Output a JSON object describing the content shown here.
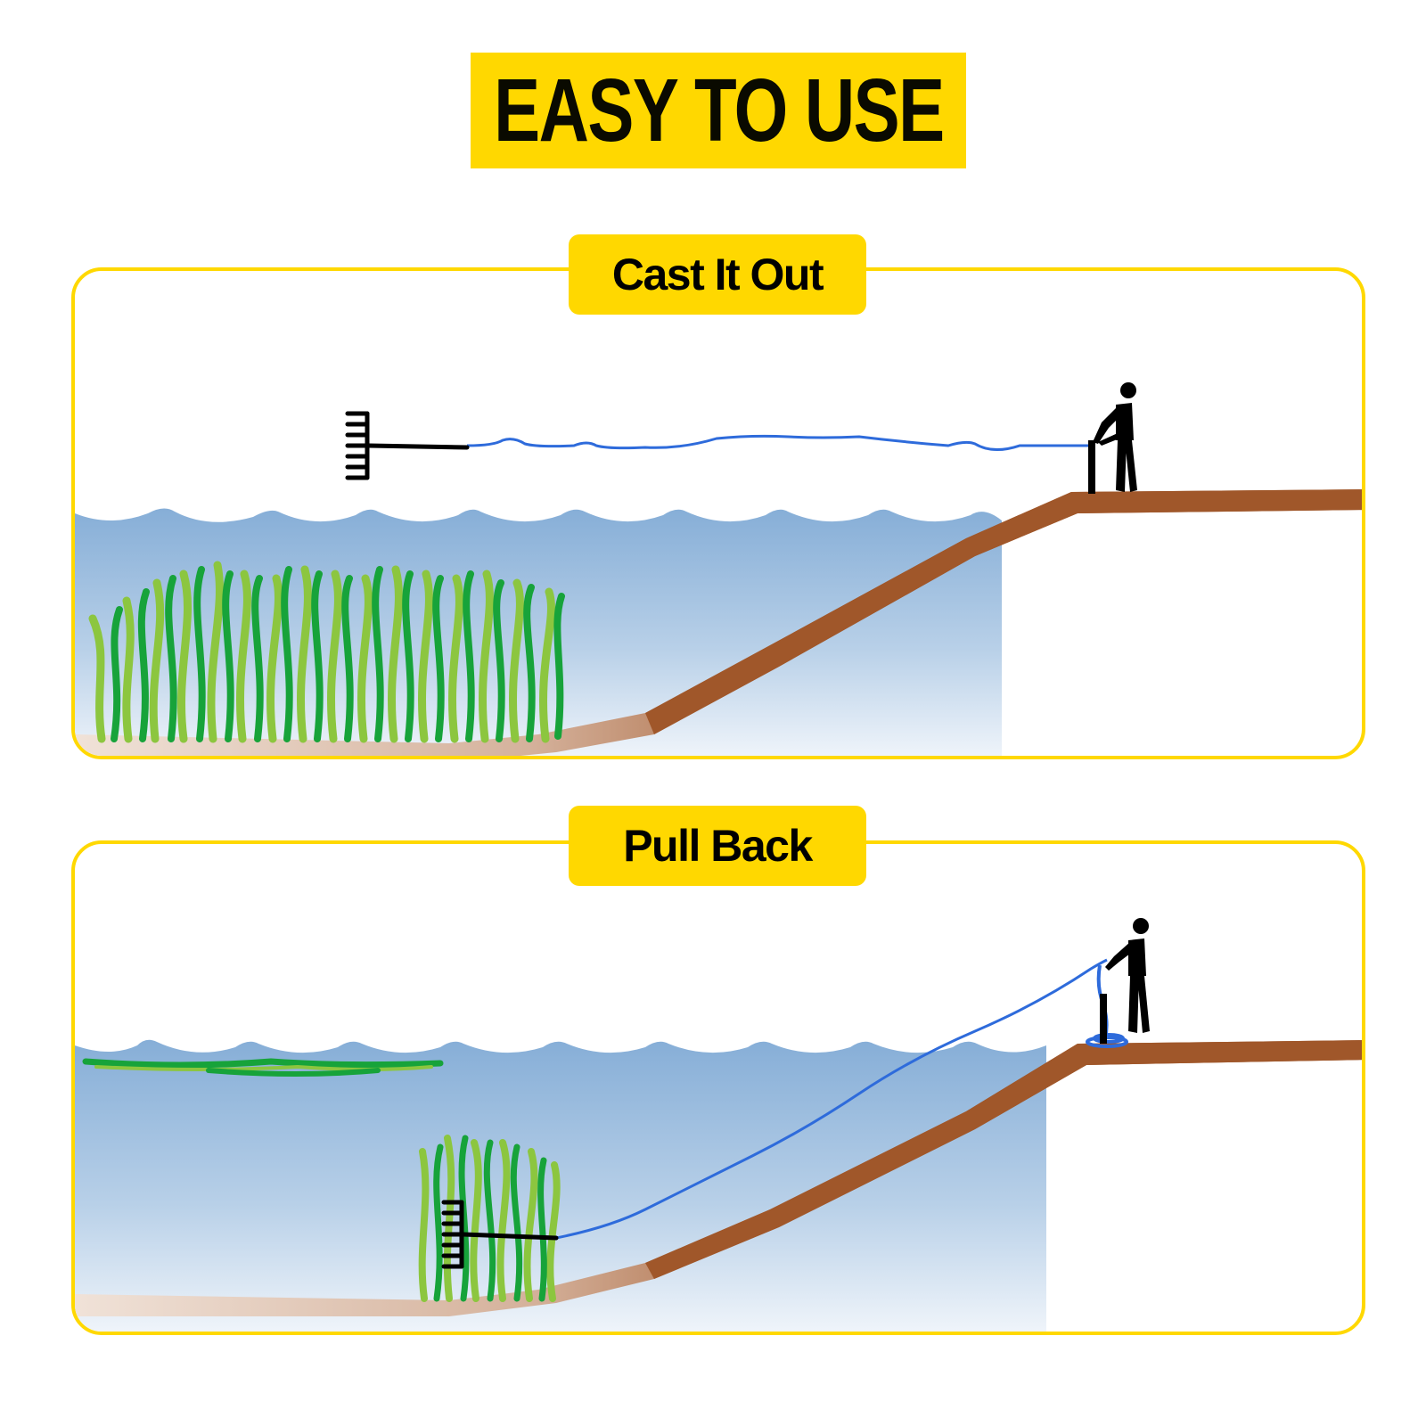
{
  "title": {
    "text": "EASY TO USE",
    "background_color": "#FFD800",
    "text_color": "#0A0A00"
  },
  "steps": [
    {
      "label": "Cast It Out",
      "scene": {
        "water_color": "#86AED7",
        "bank_color": "#A0572A",
        "rope_color": "#2E6BDB",
        "weeds": "dense-bed-on-lake-floor",
        "rake_position": "floating-far-out",
        "person_pose": "standing-holding-post"
      }
    },
    {
      "label": "Pull Back",
      "scene": {
        "water_color": "#86AED7",
        "bank_color": "#A0572A",
        "rope_color": "#2E6BDB",
        "weeds": "small-clump-caught-in-rake-plus-floating-weeds",
        "rake_position": "on-lake-floor-in-weeds",
        "person_pose": "pulling-rope-coiled-at-feet"
      }
    }
  ],
  "colors": {
    "accent_yellow": "#FFD800",
    "weed_dark": "#17A33A",
    "weed_light": "#8CC63F",
    "water_top": "#86AED7",
    "water_bottom": "#EEF4FA",
    "bank": "#A0572A",
    "rope": "#2E6BDB"
  }
}
